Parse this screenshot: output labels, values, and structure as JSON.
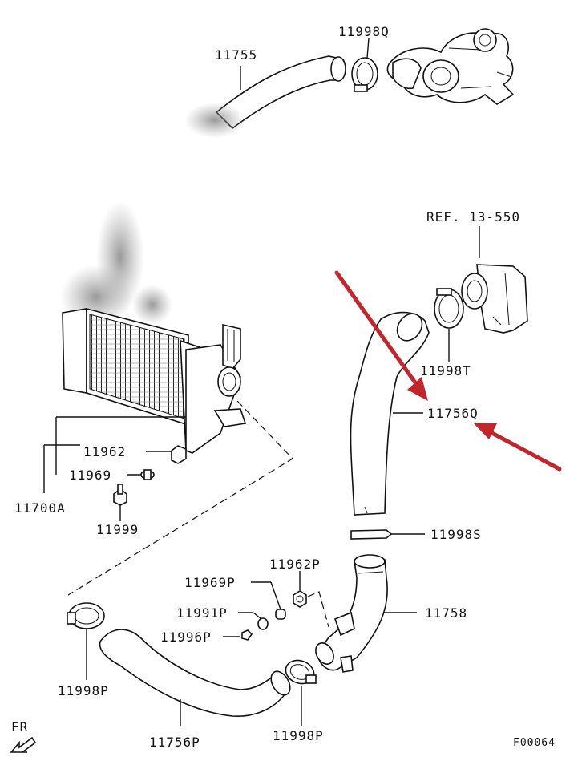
{
  "diagram": {
    "figure_code": "F00064",
    "front_marker": "FR",
    "reference": "REF. 13-550",
    "labels": {
      "hose_top": "11755",
      "clamp_top": "11998Q",
      "clamp_throttle": "11998T",
      "hose_highlight": "11756Q",
      "band_s": "11998S",
      "pipe": "11758",
      "bolt_intercooler": "11962",
      "washer_intercooler": "11969",
      "intercooler_assy": "11700A",
      "bolt_small": "11999",
      "nut_p": "11962P",
      "washer_p": "11969P",
      "collar_p": "11991P",
      "bolt_p": "11996P",
      "clamp_left": "11998P",
      "hose_bottom": "11756P",
      "clamp_right": "11998P"
    },
    "highlight_color": "#c0262c"
  }
}
